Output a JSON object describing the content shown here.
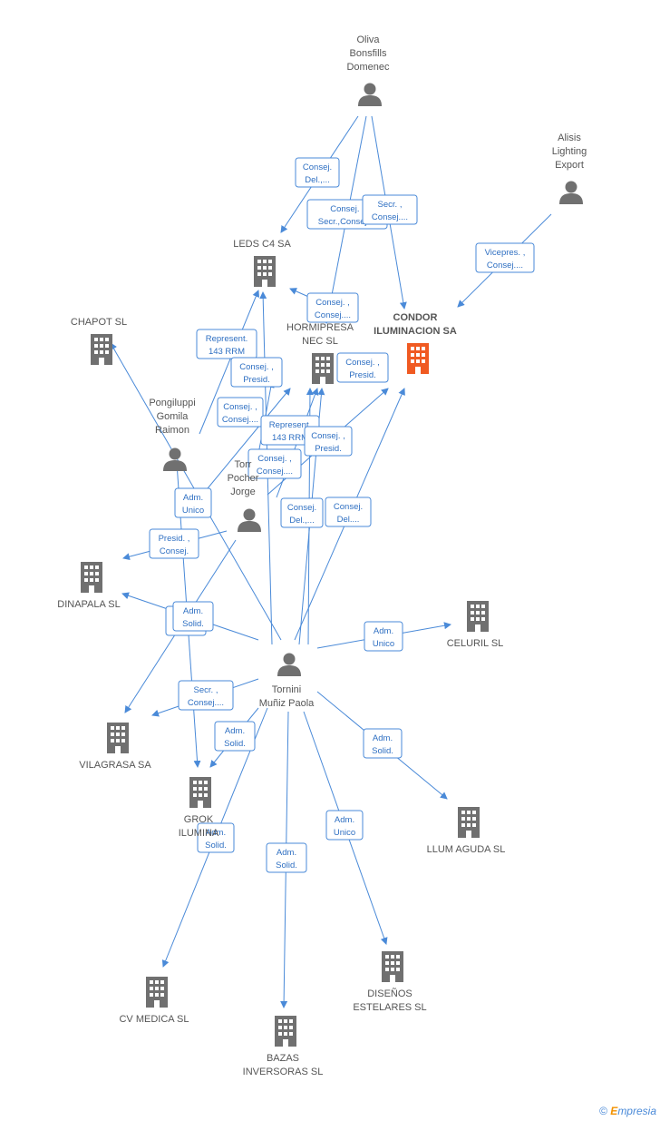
{
  "colors": {
    "edge": "#4a8ad8",
    "node": "#707070",
    "focus": "#f05a22",
    "label": "#555555"
  },
  "nodes": [
    {
      "id": "oliva",
      "type": "person",
      "lines": [
        "Oliva",
        "Bonsfills",
        "Domenec"
      ],
      "icon": "person-icon"
    },
    {
      "id": "alisis",
      "type": "person",
      "lines": [
        "Alisis",
        "Lighting",
        "Export"
      ],
      "icon": "person-icon"
    },
    {
      "id": "leds",
      "type": "company",
      "lines": [
        "LEDS C4 SA"
      ],
      "icon": "building-icon"
    },
    {
      "id": "condor",
      "type": "company",
      "focus": true,
      "lines": [
        "CONDOR",
        "ILUMINACION SA"
      ],
      "icon": "building-icon"
    },
    {
      "id": "chapot",
      "type": "company",
      "lines": [
        "CHAPOT SL"
      ],
      "icon": "building-icon"
    },
    {
      "id": "hormipresa",
      "type": "company",
      "lines": [
        "HORMIPRESA",
        "NEC SL"
      ],
      "icon": "building-icon"
    },
    {
      "id": "pongiluppi",
      "type": "person",
      "lines": [
        "Pongiluppi",
        "Gomila",
        "Raimon"
      ],
      "icon": "person-icon"
    },
    {
      "id": "torres",
      "type": "person",
      "lines": [
        "Torr",
        "Pocher",
        "Jorge"
      ],
      "icon": "person-icon"
    },
    {
      "id": "dinapala",
      "type": "company",
      "lines": [
        "DINAPALA SL"
      ],
      "icon": "building-icon"
    },
    {
      "id": "celuril",
      "type": "company",
      "lines": [
        "CELURIL SL"
      ],
      "icon": "building-icon"
    },
    {
      "id": "tornini",
      "type": "person",
      "lines": [
        "Tornini",
        "Muñiz Paola"
      ],
      "icon": "person-icon"
    },
    {
      "id": "vilagrasa",
      "type": "company",
      "lines": [
        "VILAGRASA SA"
      ],
      "icon": "building-icon"
    },
    {
      "id": "grok",
      "type": "company",
      "lines": [
        "GROK",
        "ILUMINA"
      ],
      "icon": "building-icon"
    },
    {
      "id": "llum",
      "type": "company",
      "lines": [
        "LLUM AGUDA SL"
      ],
      "icon": "building-icon"
    },
    {
      "id": "cvmedica",
      "type": "company",
      "lines": [
        "CV MEDICA SL"
      ],
      "icon": "building-icon"
    },
    {
      "id": "disenos",
      "type": "company",
      "lines": [
        "DISEÑOS",
        "ESTELARES SL"
      ],
      "icon": "building-icon"
    },
    {
      "id": "bazas",
      "type": "company",
      "lines": [
        "BAZAS",
        "INVERSORAS SL"
      ],
      "icon": "building-icon"
    }
  ],
  "relations": [
    {
      "lines": [
        "Consej.",
        "Del.,..."
      ]
    },
    {
      "lines": [
        "Consej. ,",
        "Secr.,Consej...."
      ]
    },
    {
      "lines": [
        "Secr. ,",
        "Consej...."
      ]
    },
    {
      "lines": [
        "Vicepres. ,",
        "Consej...."
      ]
    },
    {
      "lines": [
        "Consej. ,",
        "Consej...."
      ]
    },
    {
      "lines": [
        "Represent.",
        "143 RRM"
      ]
    },
    {
      "lines": [
        "Consej. ,",
        "Presid."
      ]
    },
    {
      "lines": [
        "Consej. ,",
        "Presid."
      ]
    },
    {
      "lines": [
        "Consej. ,",
        "Consej...."
      ]
    },
    {
      "lines": [
        "Represent.",
        "143 RRM"
      ]
    },
    {
      "lines": [
        "Consej. ,",
        "Presid."
      ]
    },
    {
      "lines": [
        "Consej. ,",
        "Consej...."
      ]
    },
    {
      "lines": [
        "Adm.",
        "Unico"
      ]
    },
    {
      "lines": [
        "Consej.",
        "Del.,..."
      ]
    },
    {
      "lines": [
        "Consej.",
        "Del...."
      ]
    },
    {
      "lines": [
        "Presid. ,",
        "Consej."
      ]
    },
    {
      "lines": [
        "Adm.",
        "Solid."
      ]
    },
    {
      "lines": [
        "Adm.",
        "Solid."
      ]
    },
    {
      "lines": [
        "Adm.",
        "Unico"
      ]
    },
    {
      "lines": [
        "Secr. ,",
        "Consej...."
      ]
    },
    {
      "lines": [
        "Adm.",
        "Solid."
      ]
    },
    {
      "lines": [
        "Adm.",
        "Solid."
      ]
    },
    {
      "lines": [
        "Adm.",
        "Solid."
      ]
    },
    {
      "lines": [
        "Adm.",
        "Unico"
      ]
    },
    {
      "lines": [
        "Adm.",
        "Solid."
      ]
    }
  ],
  "footer": {
    "copyright": "©",
    "brand_initial": "E",
    "brand_rest": "mpresia"
  }
}
